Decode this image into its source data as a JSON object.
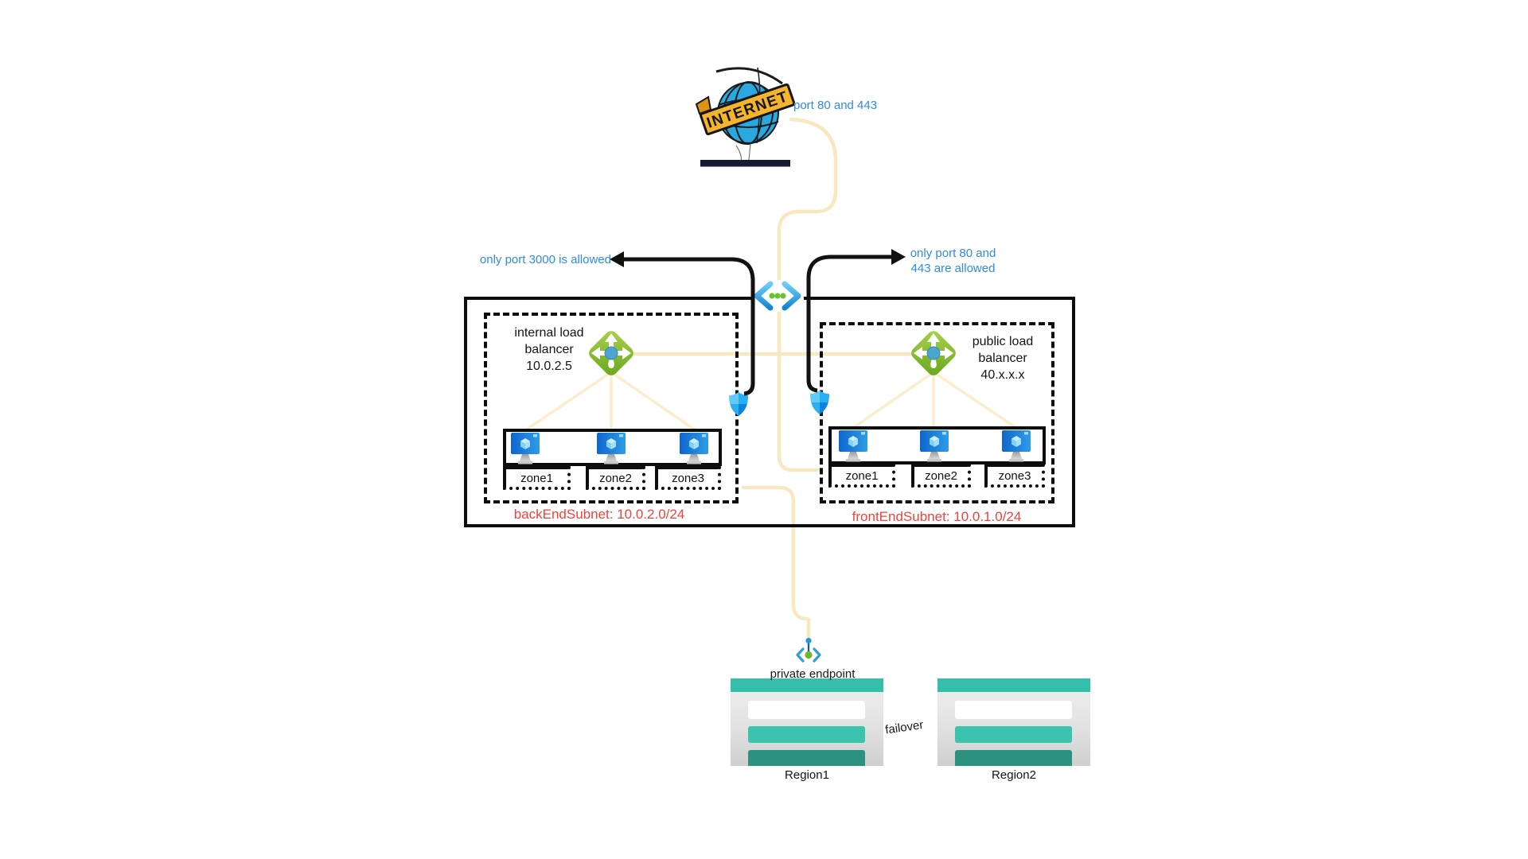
{
  "internet": {
    "banner": "INTERNET",
    "port_label": "port 80 and 443"
  },
  "arrows": {
    "left_label": "only port 3000 is allowed",
    "right_label_line1": "only port 80 and",
    "right_label_line2": "443 are allowed"
  },
  "backend": {
    "lb_line1": "internal load",
    "lb_line2": "balancer",
    "lb_line3": "10.0.2.5",
    "zones": [
      "zone1",
      "zone2",
      "zone3"
    ],
    "subnet_label": "backEndSubnet: 10.0.2.0/24"
  },
  "frontend": {
    "lb_line1": "public load",
    "lb_line2": "balancer",
    "lb_line3": "40.x.x.x",
    "zones": [
      "zone1",
      "zone2",
      "zone3"
    ],
    "subnet_label": "frontEndSubnet: 10.0.1.0/24"
  },
  "private_endpoint_label": "private endpoint",
  "regions": {
    "r1": "Region1",
    "r2": "Region2",
    "failover": "failover"
  },
  "colors": {
    "annotation_blue": "#2e8ce0",
    "subnet_red": "#ef423c",
    "connector_yellow": "#f8e8c0",
    "lb_green": "#7db32c",
    "azure_blue": "#1b8ce3",
    "region_teal": "#35bfab",
    "region_teal_dark": "#2d9180"
  }
}
